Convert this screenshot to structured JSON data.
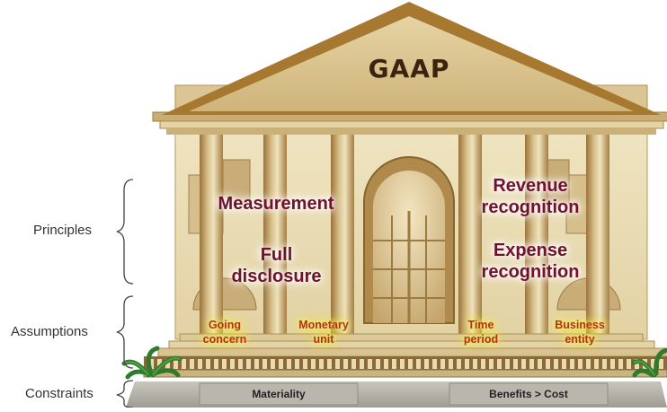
{
  "building": {
    "title": "GAAP"
  },
  "categories": {
    "principles": "Principles",
    "assumptions": "Assumptions",
    "constraints": "Constraints"
  },
  "principles": {
    "measurement": "Measurement",
    "full_disclosure": "Full\ndisclosure",
    "revenue_recognition": "Revenue\nrecognition",
    "expense_recognition": "Expense\nrecognition"
  },
  "assumptions": {
    "going_concern": "Going\nconcern",
    "monetary_unit": "Monetary\nunit",
    "time_period": "Time\nperiod",
    "business_entity": "Business\nentity"
  },
  "constraints": {
    "materiality": "Materiality",
    "benefits_cost": "Benefits > Cost"
  },
  "colors": {
    "wall": "#e9dcb3",
    "roof": "#b8893c",
    "principle_text": "#6e1230",
    "assumption_text": "#b5301b",
    "assumption_glow": "#ffe94a"
  }
}
